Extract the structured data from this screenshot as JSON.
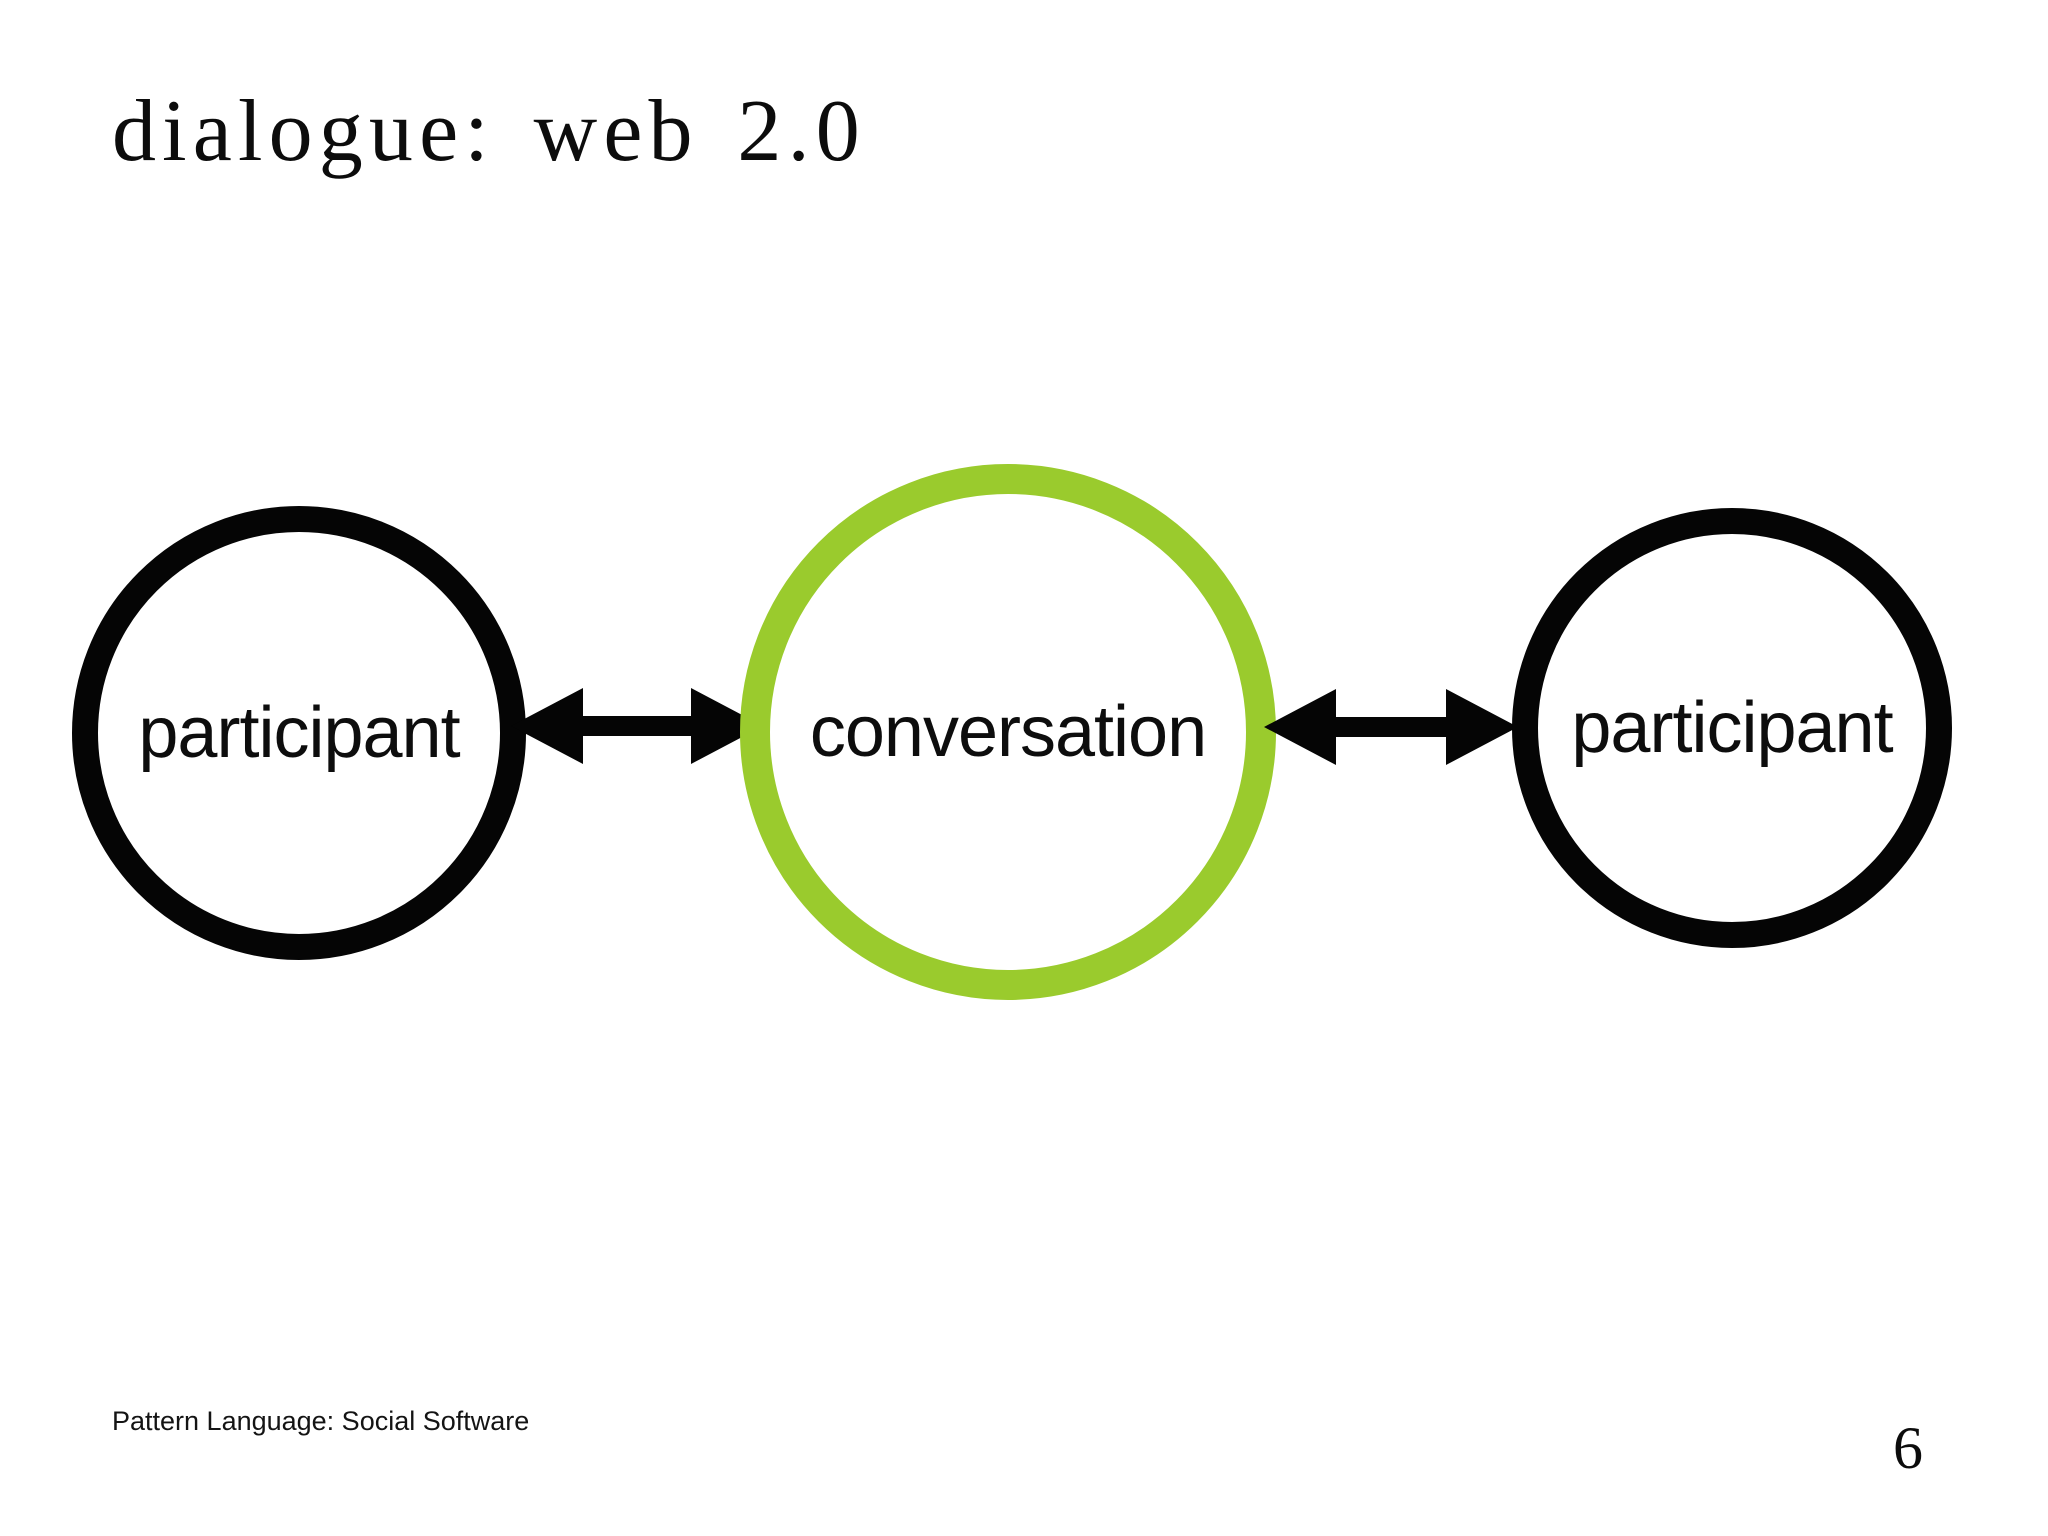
{
  "slide": {
    "title": "dialogue: web 2.0",
    "footer": "Pattern Language: Social Software",
    "page_number": "6"
  },
  "colors": {
    "accent_green": "#9ACB2D",
    "node_black": "#050505",
    "text": "#0d0d0d"
  },
  "diagram": {
    "nodes": [
      {
        "id": "participant-left",
        "label": "participant",
        "outline": "black"
      },
      {
        "id": "conversation",
        "label": "conversation",
        "outline": "green"
      },
      {
        "id": "participant-right",
        "label": "participant",
        "outline": "black"
      }
    ],
    "connectors": [
      {
        "from": "participant-left",
        "to": "conversation",
        "type": "double-headed-arrow"
      },
      {
        "from": "conversation",
        "to": "participant-right",
        "type": "double-headed-arrow"
      }
    ]
  }
}
